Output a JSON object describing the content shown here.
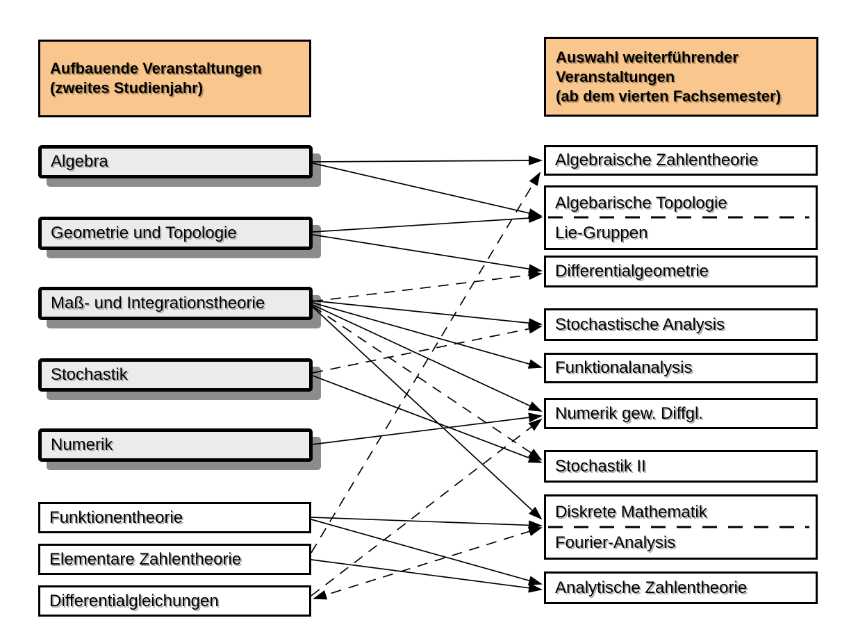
{
  "headers": {
    "left": {
      "lines": [
        "Aufbauende Veranstaltungen",
        "(zweites Studienjahr)"
      ]
    },
    "right": {
      "lines": [
        "Auswahl weiterführender",
        "Veranstaltungen",
        "(ab dem vierten Fachsemester)"
      ]
    }
  },
  "courses": {
    "left": [
      {
        "id": "algebra",
        "label": "Algebra",
        "emphasis": true
      },
      {
        "id": "geometrie",
        "label": "Geometrie und Topologie",
        "emphasis": true
      },
      {
        "id": "mass",
        "label": "Maß- und Integrationstheorie",
        "emphasis": true
      },
      {
        "id": "stochastik",
        "label": "Stochastik",
        "emphasis": true
      },
      {
        "id": "numerik",
        "label": "Numerik",
        "emphasis": true
      },
      {
        "id": "funktionentheorie",
        "label": "Funktionentheorie",
        "emphasis": false
      },
      {
        "id": "elementare_zahlentheorie",
        "label": "Elementare Zahlentheorie",
        "emphasis": false
      },
      {
        "id": "differentialgleichungen",
        "label": "Differentialgleichungen",
        "emphasis": false
      }
    ],
    "right": [
      {
        "id": "alg_zahlentheorie",
        "labels": [
          "Algebraische Zahlentheorie"
        ]
      },
      {
        "id": "alg_topologie_lie",
        "labels": [
          "Algebarische Topologie",
          "Lie-Gruppen"
        ],
        "divided": true
      },
      {
        "id": "differentialgeometrie",
        "labels": [
          "Differentialgeometrie"
        ]
      },
      {
        "id": "stochastische_analysis",
        "labels": [
          "Stochastische Analysis"
        ]
      },
      {
        "id": "funktionalanalysis",
        "labels": [
          "Funktionalanalysis"
        ]
      },
      {
        "id": "numerik_gew_diffgl",
        "labels": [
          "Numerik gew. Diffgl."
        ]
      },
      {
        "id": "stochastik_2",
        "labels": [
          "Stochastik II"
        ]
      },
      {
        "id": "diskrete_fourier",
        "labels": [
          "Diskrete Mathematik",
          "Fourier-Analysis"
        ],
        "divided": true
      },
      {
        "id": "analytische_zahlentheorie",
        "labels": [
          "Analytische Zahlentheorie"
        ]
      }
    ]
  },
  "edges": [
    {
      "from": "algebra",
      "to": "alg_zahlentheorie",
      "style": "solid"
    },
    {
      "from": "algebra",
      "to": "alg_topologie_lie",
      "style": "solid"
    },
    {
      "from": "geometrie",
      "to": "alg_topologie_lie",
      "style": "solid"
    },
    {
      "from": "geometrie",
      "to": "differentialgeometrie",
      "style": "solid"
    },
    {
      "from": "mass",
      "to": "stochastische_analysis",
      "style": "solid"
    },
    {
      "from": "mass",
      "to": "funktionalanalysis",
      "style": "solid"
    },
    {
      "from": "mass",
      "to": "numerik_gew_diffgl",
      "style": "solid"
    },
    {
      "from": "mass",
      "to": "diskrete_fourier",
      "style": "solid"
    },
    {
      "from": "stochastik",
      "to": "stochastik_2",
      "style": "solid"
    },
    {
      "from": "numerik",
      "to": "numerik_gew_diffgl",
      "style": "solid"
    },
    {
      "from": "funktionentheorie",
      "to": "diskrete_fourier",
      "style": "solid"
    },
    {
      "from": "funktionentheorie",
      "to": "analytische_zahlentheorie",
      "style": "solid"
    },
    {
      "from": "elementare_zahlentheorie",
      "to": "analytische_zahlentheorie",
      "style": "solid"
    },
    {
      "from": "elementare_zahlentheorie",
      "to": "alg_zahlentheorie",
      "style": "dashed"
    },
    {
      "from": "mass",
      "to": "differentialgeometrie",
      "style": "dashed"
    },
    {
      "from": "mass",
      "to": "stochastik_2",
      "style": "dashed"
    },
    {
      "from": "stochastik",
      "to": "stochastische_analysis",
      "style": "dashed"
    },
    {
      "from": "differentialgleichungen",
      "to": "numerik_gew_diffgl",
      "style": "dashed"
    },
    {
      "from": "differentialgleichungen",
      "to": "diskrete_fourier",
      "style": "dashed",
      "bidirectional": true
    }
  ],
  "colors": {
    "header_fill": "#F9C78E",
    "box_fill": "#EBEBEB",
    "box_shadow": "#8C8C8C",
    "line": "#000000"
  }
}
